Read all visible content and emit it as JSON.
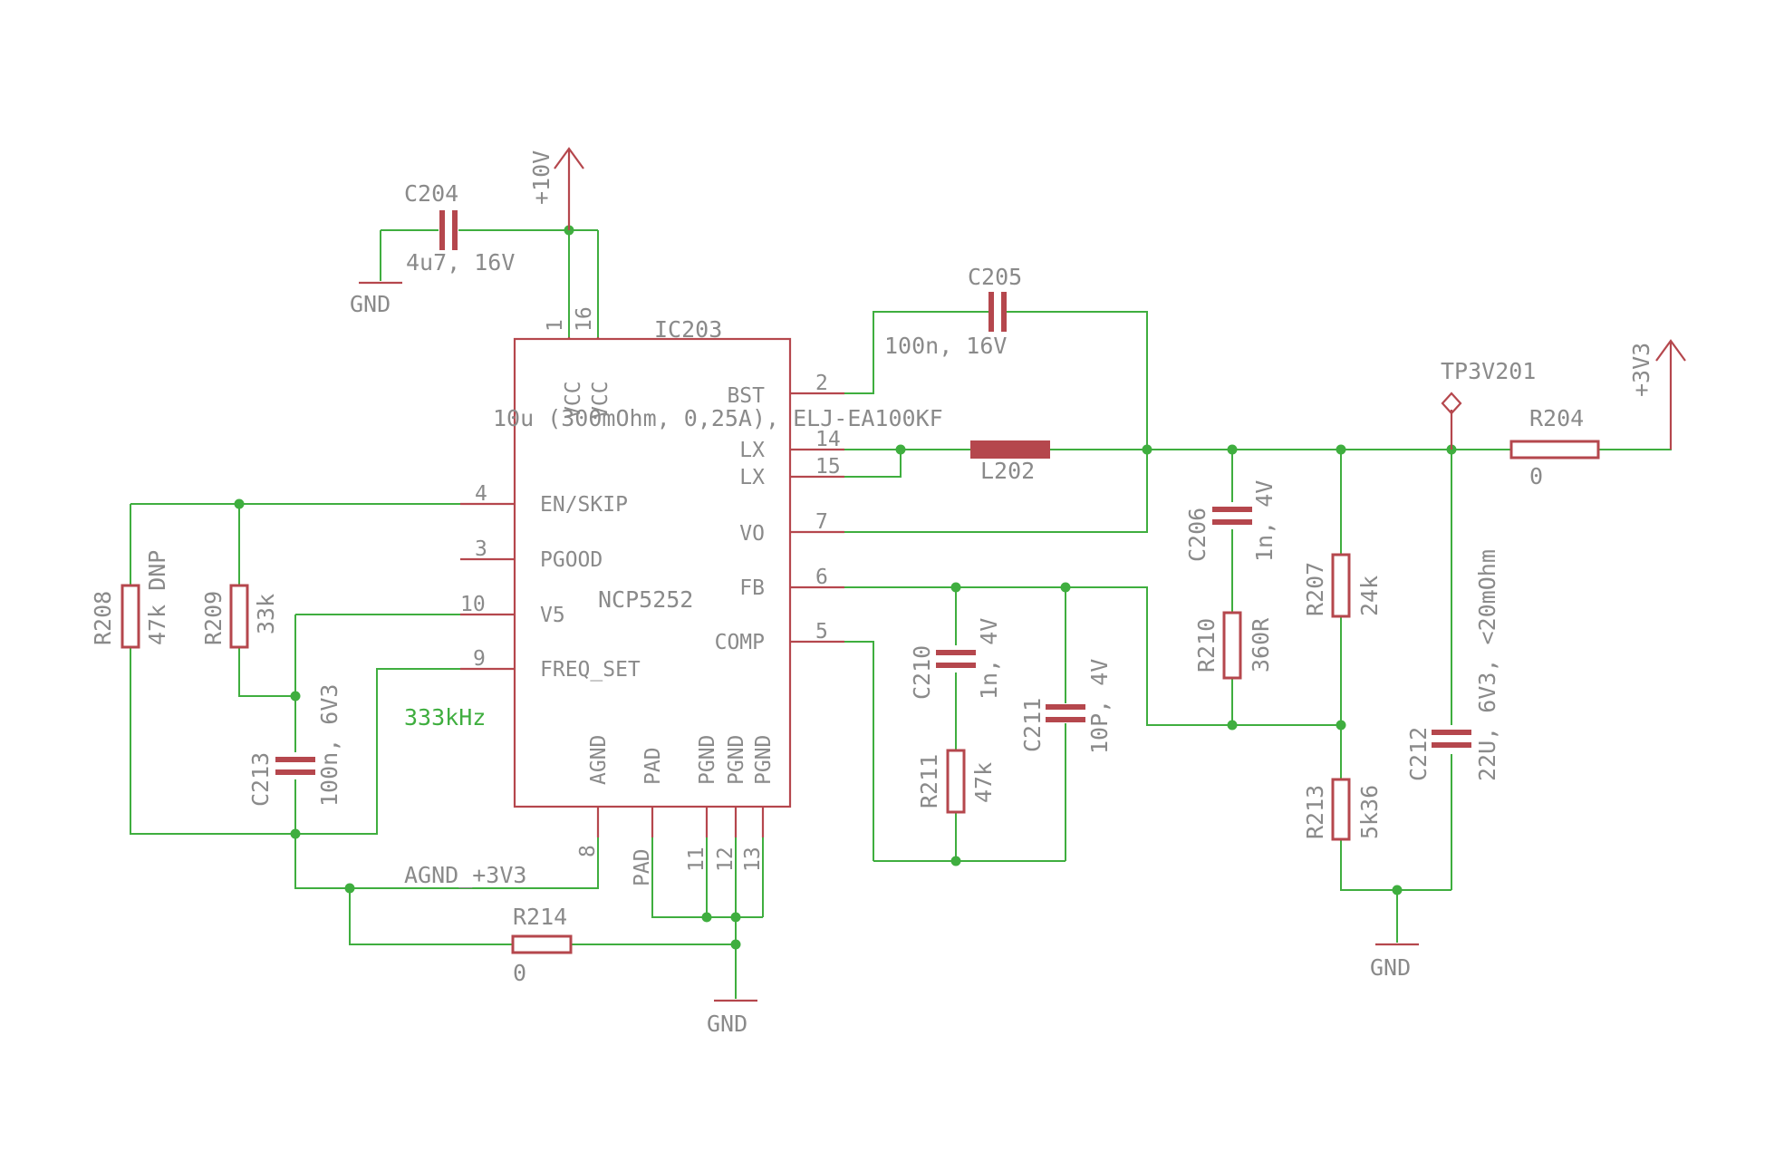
{
  "ic": {
    "ref": "IC203",
    "part": "NCP5252",
    "pins_left": [
      {
        "num": "4",
        "name": "EN/SKIP"
      },
      {
        "num": "3",
        "name": "PGOOD"
      },
      {
        "num": "10",
        "name": "V5"
      },
      {
        "num": "9",
        "name": "FREQ_SET"
      }
    ],
    "pins_right": [
      {
        "num": "2",
        "name": "BST"
      },
      {
        "num": "14",
        "name": "LX"
      },
      {
        "num": "15",
        "name": "LX"
      },
      {
        "num": "7",
        "name": "VO"
      },
      {
        "num": "6",
        "name": "FB"
      },
      {
        "num": "5",
        "name": "COMP"
      }
    ],
    "pins_top": [
      {
        "num": "1",
        "name": "VCC"
      },
      {
        "num": "16",
        "name": "VCC"
      }
    ],
    "pins_bottom": [
      {
        "num": "8",
        "name": "AGND"
      },
      {
        "num": "PAD",
        "name": "PAD"
      },
      {
        "num": "11",
        "name": "PGND"
      },
      {
        "num": "12",
        "name": "PGND"
      },
      {
        "num": "13",
        "name": "PGND"
      }
    ],
    "freq_note": "333kHz"
  },
  "components": {
    "c204": {
      "ref": "C204",
      "value": "4u7, 16V"
    },
    "c205": {
      "ref": "C205",
      "value": "100n, 16V"
    },
    "l202": {
      "ref": "L202",
      "value": "10u (300mOhm, 0,25A), ELJ-EA100KF"
    },
    "c206": {
      "ref": "C206",
      "value": "1n, 4V"
    },
    "r210": {
      "ref": "R210",
      "value": "360R"
    },
    "c210": {
      "ref": "C210",
      "value": "1n, 4V"
    },
    "r211": {
      "ref": "R211",
      "value": "47k"
    },
    "c211": {
      "ref": "C211",
      "value": "10P, 4V"
    },
    "r207": {
      "ref": "R207",
      "value": "24k"
    },
    "r213": {
      "ref": "R213",
      "value": "5k36"
    },
    "c212": {
      "ref": "C212",
      "value": "22U, 6V3, <20mOhm"
    },
    "r204": {
      "ref": "R204",
      "value": "0"
    },
    "r208": {
      "ref": "R208",
      "value": "47k DNP"
    },
    "r209": {
      "ref": "R209",
      "value": "33k"
    },
    "c213": {
      "ref": "C213",
      "value": "100n, 6V3"
    },
    "r214": {
      "ref": "R214",
      "value": "0"
    }
  },
  "nets": {
    "vin": "+10V",
    "vout": "+3V3",
    "gnd": "GND",
    "agnd": "AGND_+3V3",
    "testpoint": "TP3V201"
  }
}
